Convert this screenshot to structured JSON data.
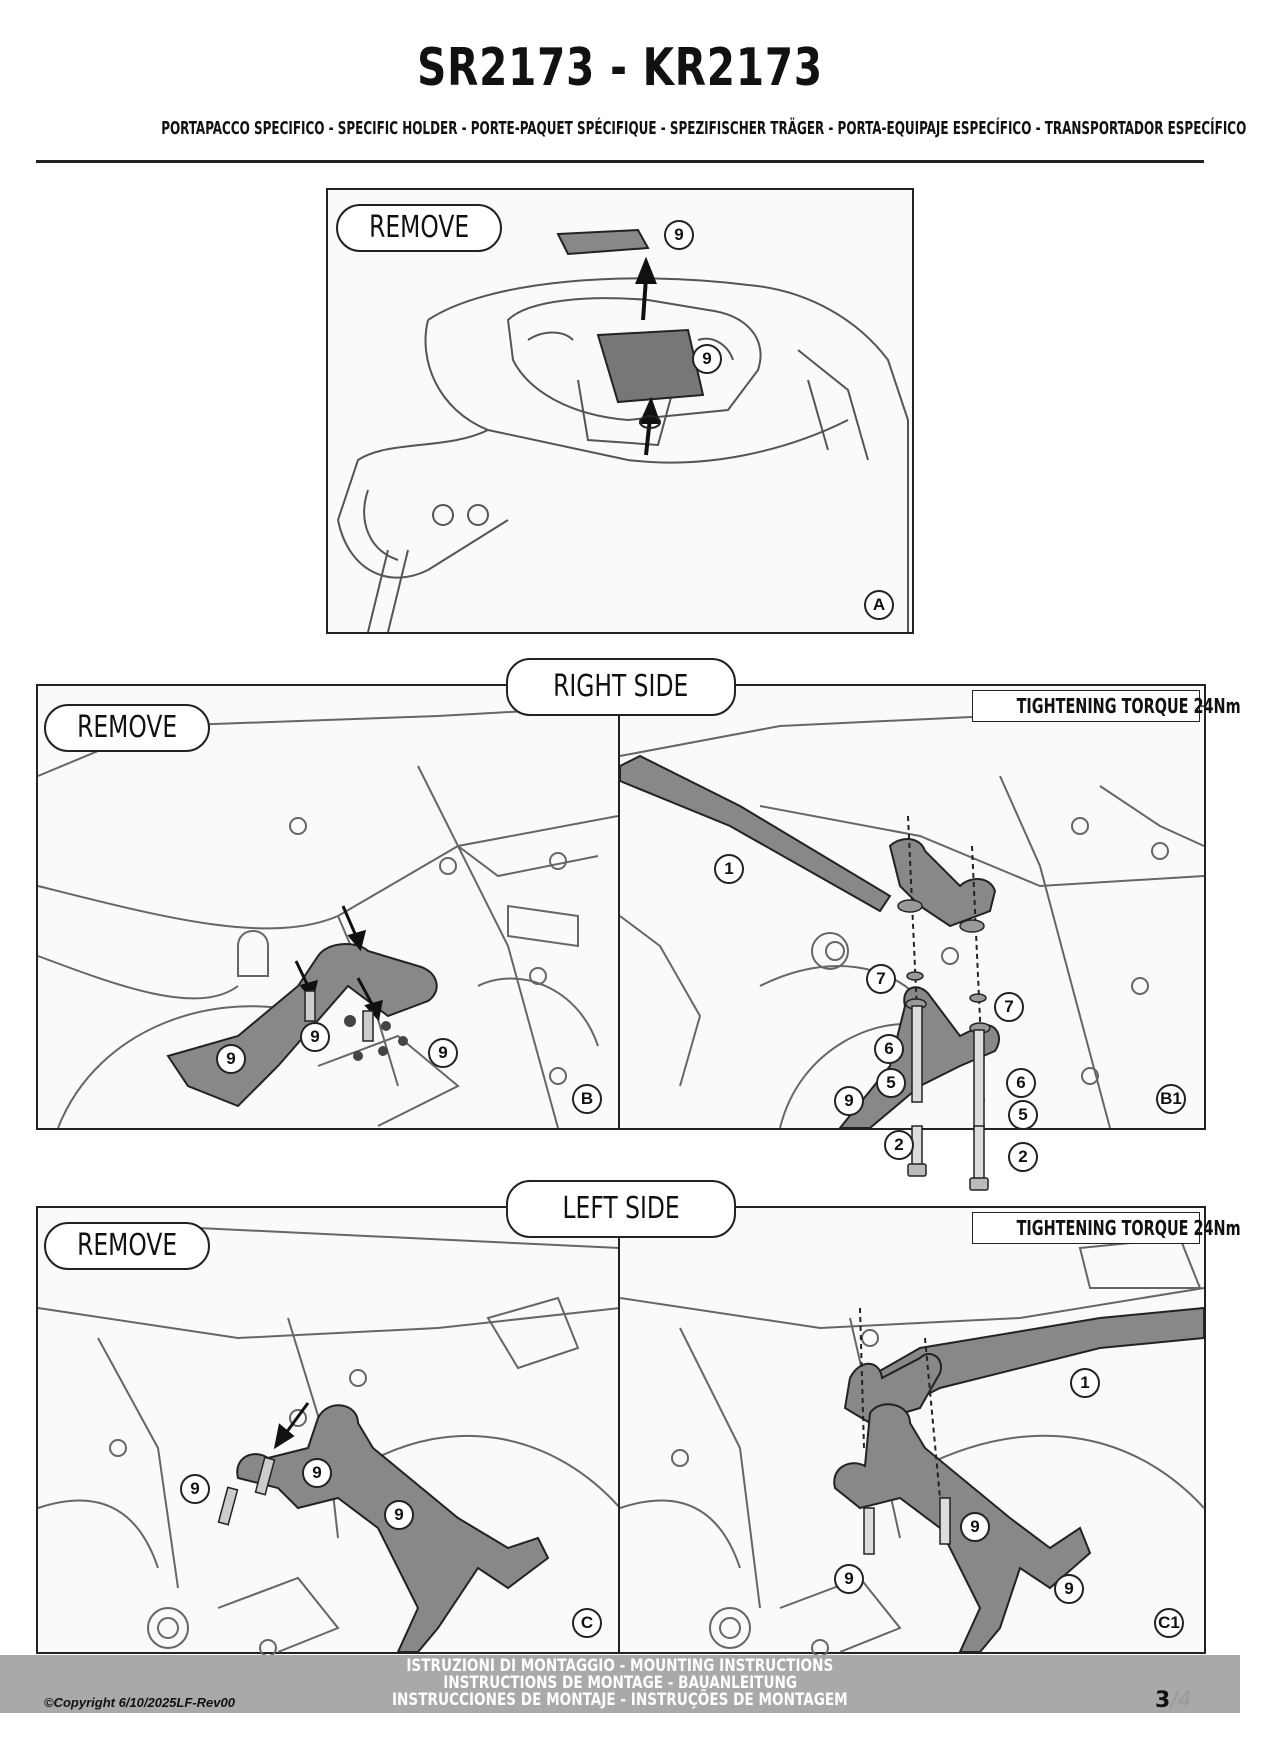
{
  "header": {
    "title": "SR2173 - KR2173",
    "subtitle": "PORTAPACCO SPECIFICO - SPECIFIC HOLDER - PORTE-PAQUET SPÉCIFIQUE - SPEZIFISCHER TRÄGER - PORTA-EQUIPAJE ESPECÍFICO - TRANSPORTADOR ESPECÍFICO"
  },
  "panel_a": {
    "action": "REMOVE",
    "label": "A",
    "callouts": [
      "9",
      "9"
    ]
  },
  "right_side": {
    "heading": "RIGHT SIDE",
    "remove_panel": {
      "action": "REMOVE",
      "label": "B",
      "callouts": [
        "9",
        "9",
        "9"
      ]
    },
    "install_panel": {
      "torque": "TIGHTENING TORQUE 24Nm",
      "label": "B1",
      "callouts": [
        "1",
        "7",
        "7",
        "6",
        "5",
        "6",
        "5",
        "9",
        "2",
        "2"
      ]
    }
  },
  "left_side": {
    "heading": "LEFT SIDE",
    "remove_panel": {
      "action": "REMOVE",
      "label": "C",
      "callouts": [
        "9",
        "9",
        "9"
      ]
    },
    "install_panel": {
      "torque": "TIGHTENING TORQUE 24Nm",
      "label": "C1",
      "callouts": [
        "1",
        "9",
        "9",
        "9"
      ]
    }
  },
  "footer": {
    "lines": [
      "ISTRUZIONI DI MONTAGGIO  -  MOUNTING INSTRUCTIONS",
      "INSTRUCTIONS DE MONTAGE - BAUANLEITUNG",
      "INSTRUCCIONES DE MONTAJE - INSTRUÇÕES DE MONTAGEM"
    ],
    "copyright": "©Copyright 6/10/2025LF-Rev00",
    "page": "3",
    "page_total": "/4"
  },
  "colors": {
    "part_fill": "#777777",
    "line": "#222222",
    "footer_bar": "#a9a9a9"
  }
}
